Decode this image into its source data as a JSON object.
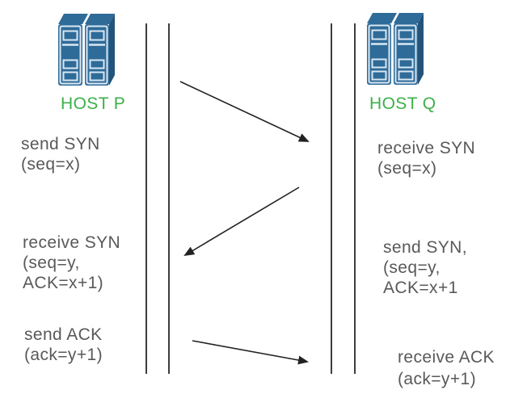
{
  "hosts": {
    "left": "HOST P",
    "right": "HOST Q"
  },
  "events": {
    "left": [
      {
        "lines": [
          "send SYN",
          "(seq=x)"
        ]
      },
      {
        "lines": [
          "receive SYN",
          "(seq=y,",
          "ACK=x+1)"
        ]
      },
      {
        "lines": [
          "send ACK",
          "(ack=y+1)"
        ]
      }
    ],
    "right": [
      {
        "lines": [
          "receive SYN",
          "(seq=x)"
        ]
      },
      {
        "lines": [
          "send SYN,",
          "(seq=y,",
          "ACK=x+1"
        ]
      },
      {
        "lines": [
          "receive ACK",
          "(ack=y+1)"
        ]
      }
    ]
  },
  "colors": {
    "host_label": "#3cb04a",
    "event_text": "#595959",
    "line": "#3d3d3d",
    "arrow": "#222222",
    "server_blue": "#2f6b99",
    "server_blue_dark": "#235379",
    "server_detail": "#d9e7f2"
  }
}
